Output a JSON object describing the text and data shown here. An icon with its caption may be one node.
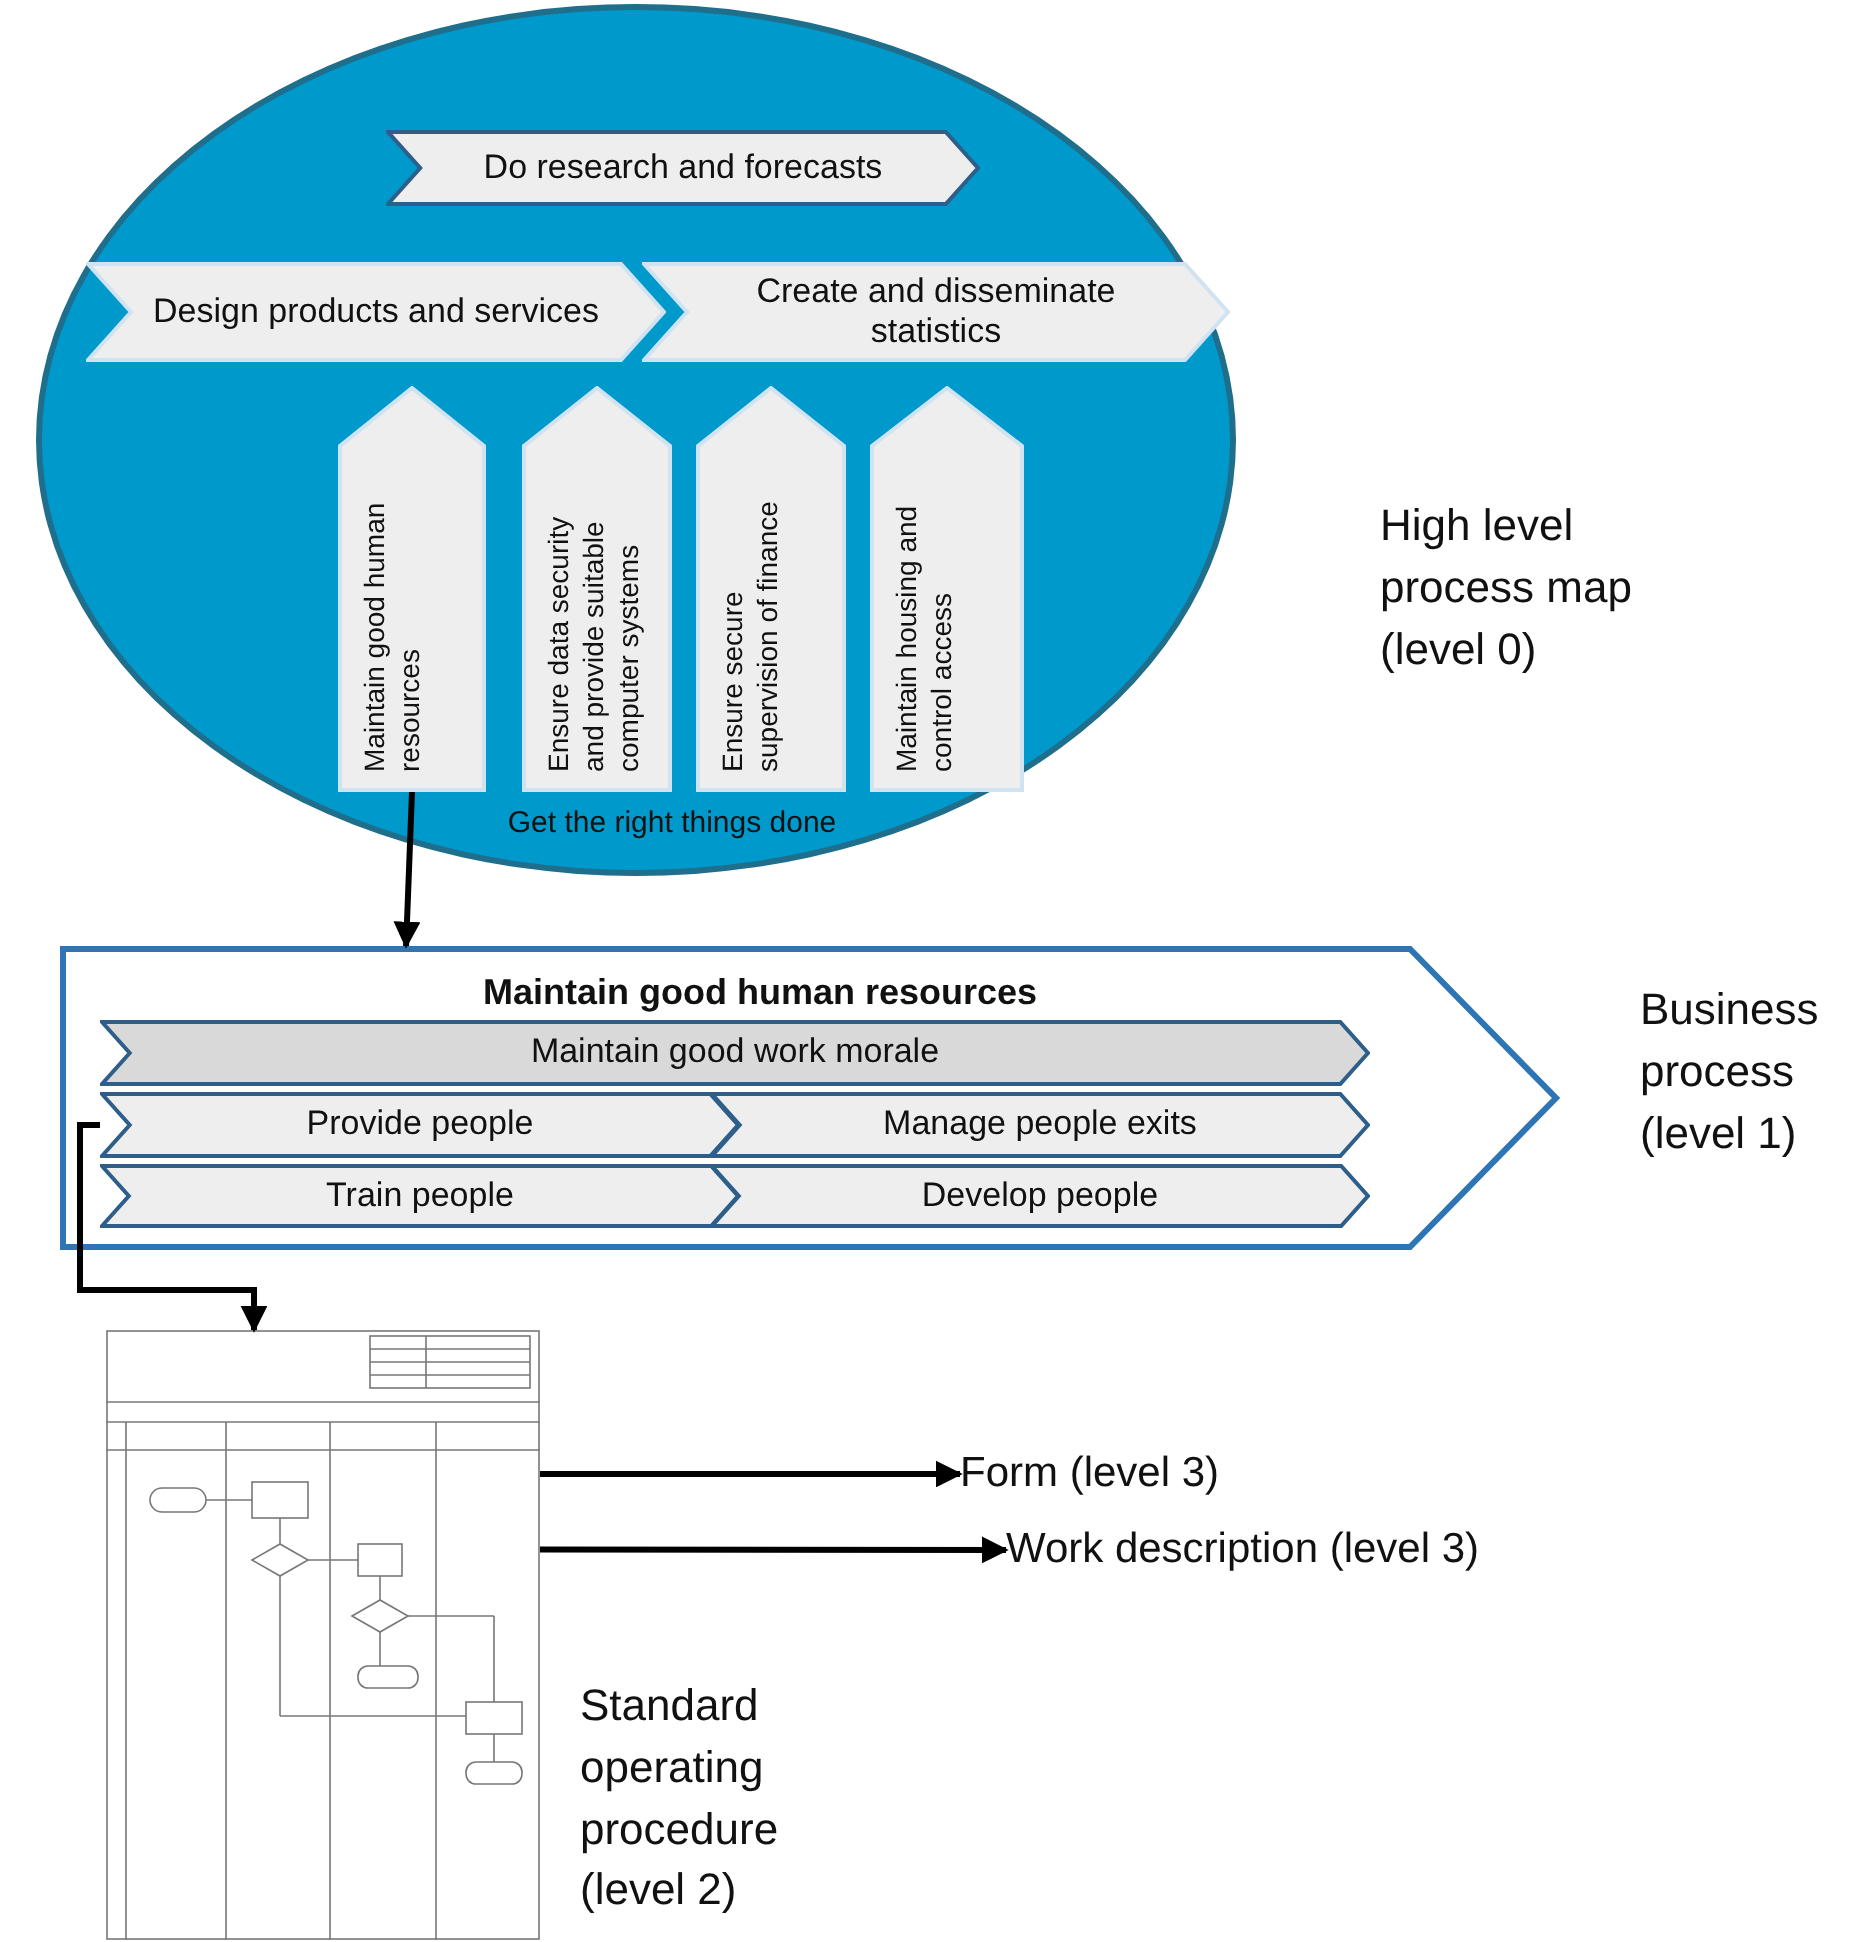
{
  "diagram": {
    "nodes": [
      {
        "text": [
          "Get the right things done"
        ],
        "beside": [
          "High level process map (level 0)"
        ]
      },
      {
        "text": [
          "Do research and forecasts"
        ],
        "in": 0
      },
      {
        "text": [
          "Design products and services"
        ],
        "in": 0
      },
      {
        "text": [
          "Create and disseminate statistics"
        ],
        "in": 0
      },
      {
        "text": [
          "Maintain good human resources"
        ],
        "in": 0
      },
      {
        "text": [
          "Ensure data security and provide suitable computer systems"
        ],
        "in": 0
      },
      {
        "text": [
          "Ensure secure supervision of finance"
        ],
        "in": 0
      },
      {
        "text": [
          "Maintain housing and control access"
        ],
        "in": 0
      },
      {
        "text": [
          "Maintain good human resources"
        ],
        "beside": [
          "Business process (level 1)"
        ]
      },
      {
        "text": [
          "Maintain good work morale"
        ],
        "in": 8
      },
      {
        "text": [
          "Provide people"
        ],
        "in": 8
      },
      {
        "text": [
          "Manage people exits"
        ],
        "in": 8
      },
      {
        "text": [
          "Train people"
        ],
        "in": 8
      },
      {
        "text": [
          "Develop people"
        ],
        "in": 8
      },
      {
        "text": [],
        "shape": "picture",
        "beside": [
          "Standard operating procedure (level 2)"
        ]
      },
      {
        "text": [
          "Form (level 3)"
        ]
      },
      {
        "text": [
          "Work description (level 3)"
        ]
      }
    ],
    "edges": [
      {
        "from": 4,
        "to": 8,
        "arrow": "to"
      },
      {
        "from": 10,
        "to": 14,
        "arrow": "to"
      },
      {
        "from": 14,
        "to": 15,
        "arrow": "to"
      },
      {
        "from": 14,
        "to": 16,
        "arrow": "to"
      }
    ]
  }
}
